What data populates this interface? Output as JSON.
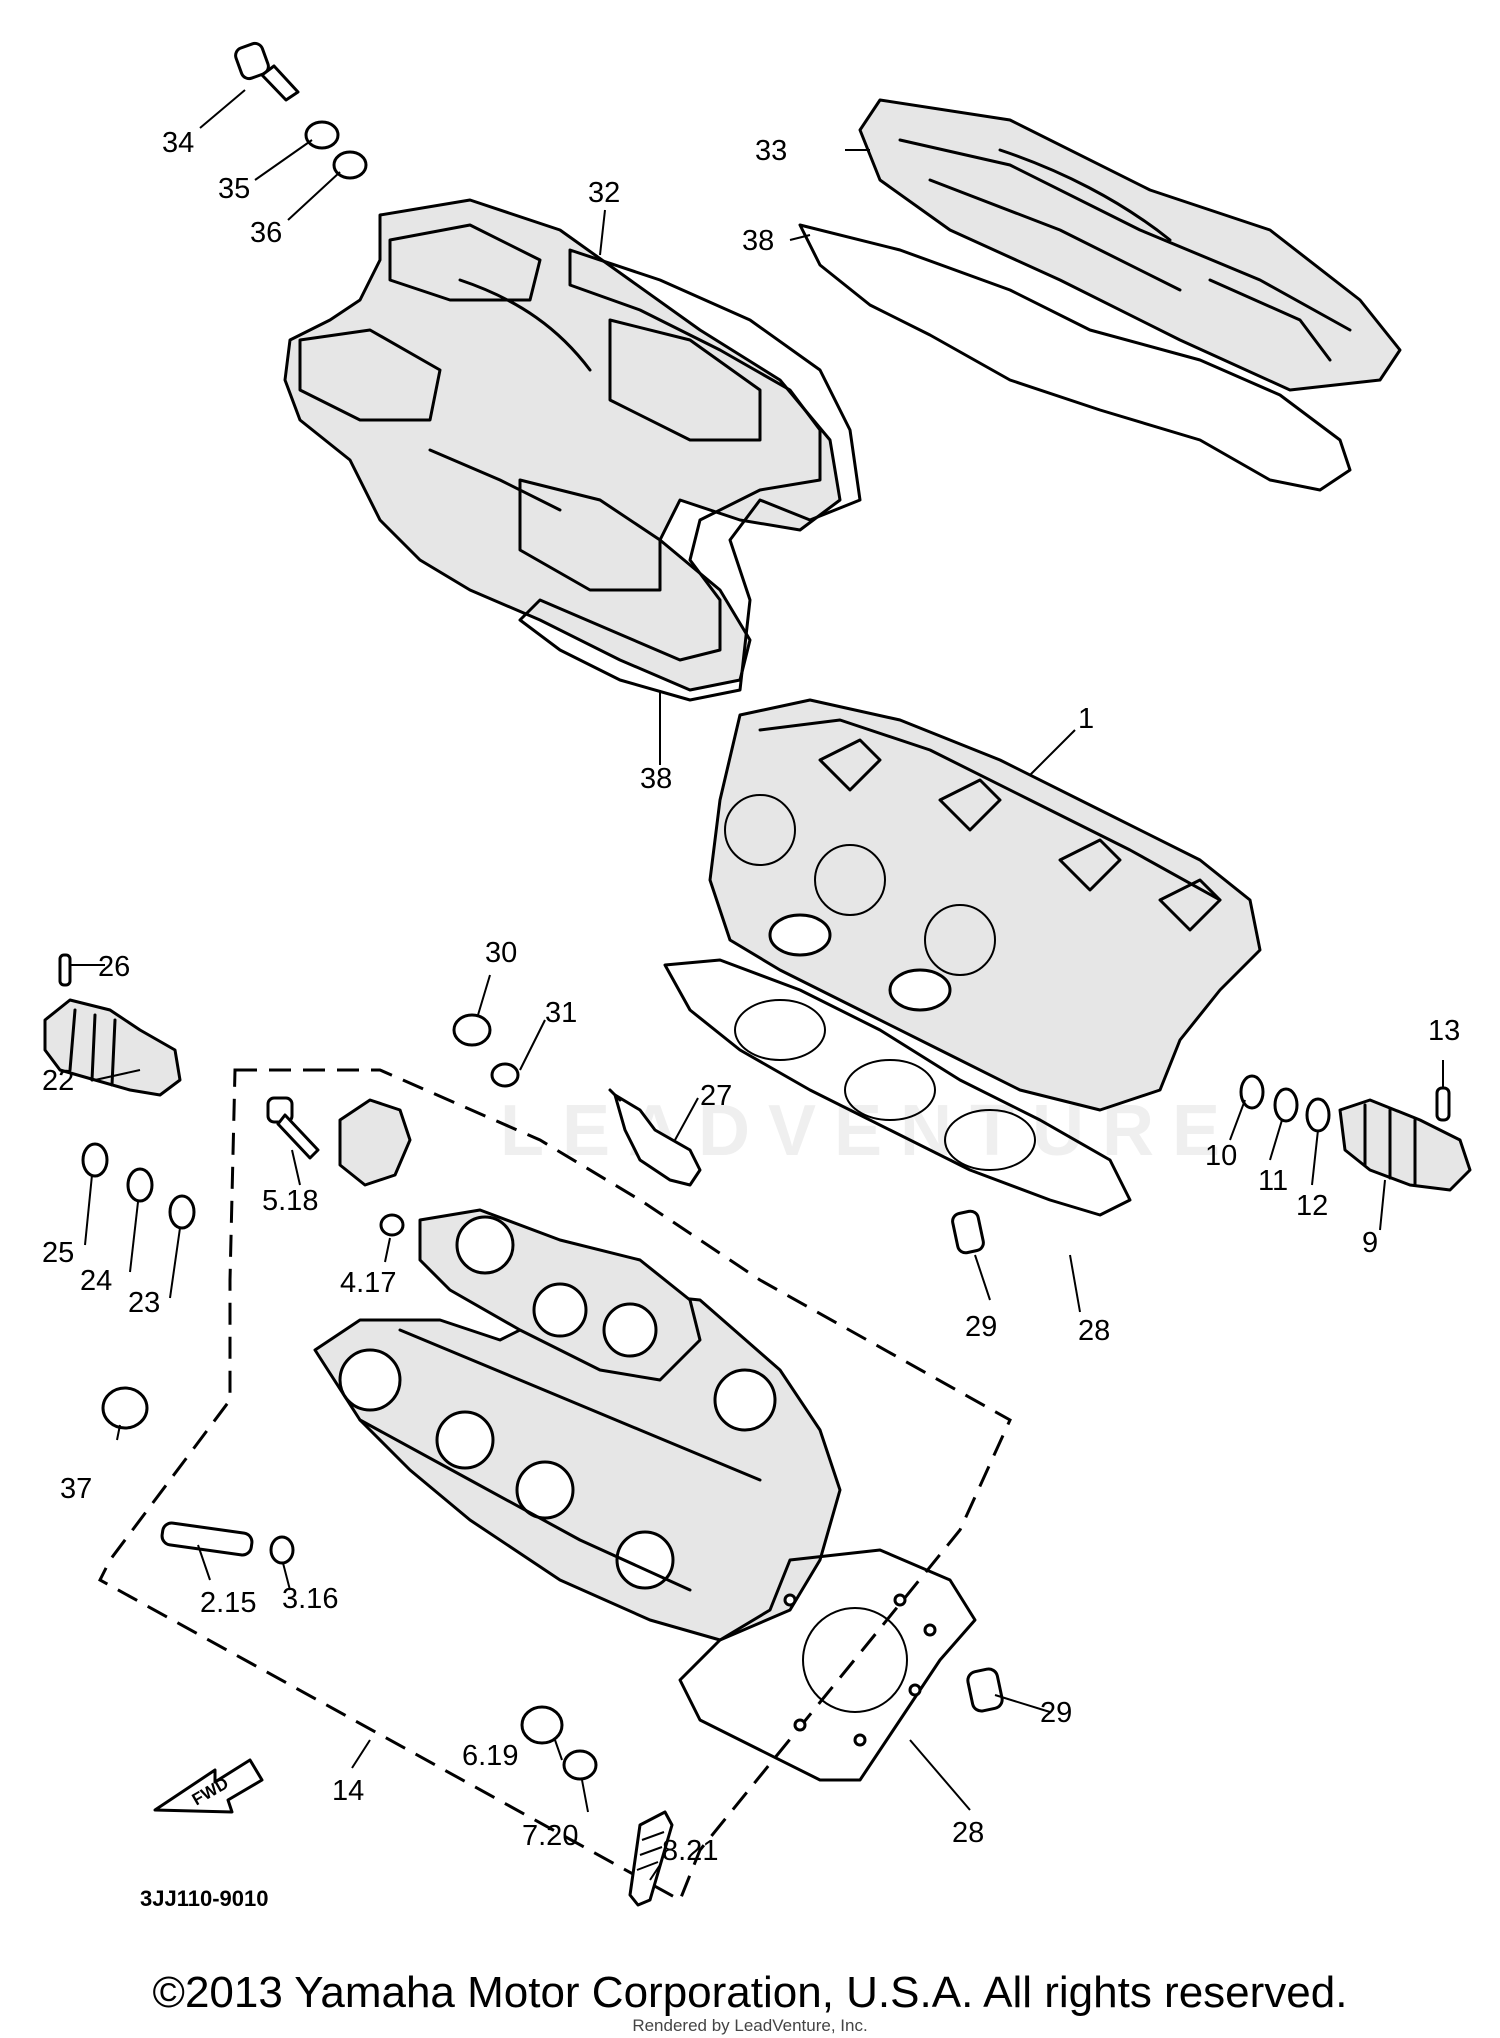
{
  "diagram": {
    "code": "3JJ110-9010",
    "fwd_label": "FWD",
    "watermark": "LEADVENTURE",
    "callouts": [
      {
        "id": "c1",
        "text": "1"
      },
      {
        "id": "c2-15",
        "text": "2.15"
      },
      {
        "id": "c3-16",
        "text": "3.16"
      },
      {
        "id": "c4-17",
        "text": "4.17"
      },
      {
        "id": "c5-18",
        "text": "5.18"
      },
      {
        "id": "c6-19",
        "text": "6.19"
      },
      {
        "id": "c7-20",
        "text": "7.20"
      },
      {
        "id": "c8-21",
        "text": "8.21"
      },
      {
        "id": "c9",
        "text": "9"
      },
      {
        "id": "c10",
        "text": "10"
      },
      {
        "id": "c11",
        "text": "11"
      },
      {
        "id": "c12",
        "text": "12"
      },
      {
        "id": "c13",
        "text": "13"
      },
      {
        "id": "c14",
        "text": "14"
      },
      {
        "id": "c22",
        "text": "22"
      },
      {
        "id": "c23",
        "text": "23"
      },
      {
        "id": "c24",
        "text": "24"
      },
      {
        "id": "c25",
        "text": "25"
      },
      {
        "id": "c26",
        "text": "26"
      },
      {
        "id": "c27",
        "text": "27"
      },
      {
        "id": "c28a",
        "text": "28"
      },
      {
        "id": "c28b",
        "text": "28"
      },
      {
        "id": "c29a",
        "text": "29"
      },
      {
        "id": "c29b",
        "text": "29"
      },
      {
        "id": "c30",
        "text": "30"
      },
      {
        "id": "c31",
        "text": "31"
      },
      {
        "id": "c32",
        "text": "32"
      },
      {
        "id": "c33",
        "text": "33"
      },
      {
        "id": "c34",
        "text": "34"
      },
      {
        "id": "c35",
        "text": "35"
      },
      {
        "id": "c36",
        "text": "36"
      },
      {
        "id": "c37",
        "text": "37"
      },
      {
        "id": "c38a",
        "text": "38"
      },
      {
        "id": "c38b",
        "text": "38"
      }
    ]
  },
  "footer": {
    "copyright": "©2013 Yamaha Motor Corporation, U.S.A. All rights reserved.",
    "rendered_by": "Rendered by LeadVenture, Inc."
  }
}
